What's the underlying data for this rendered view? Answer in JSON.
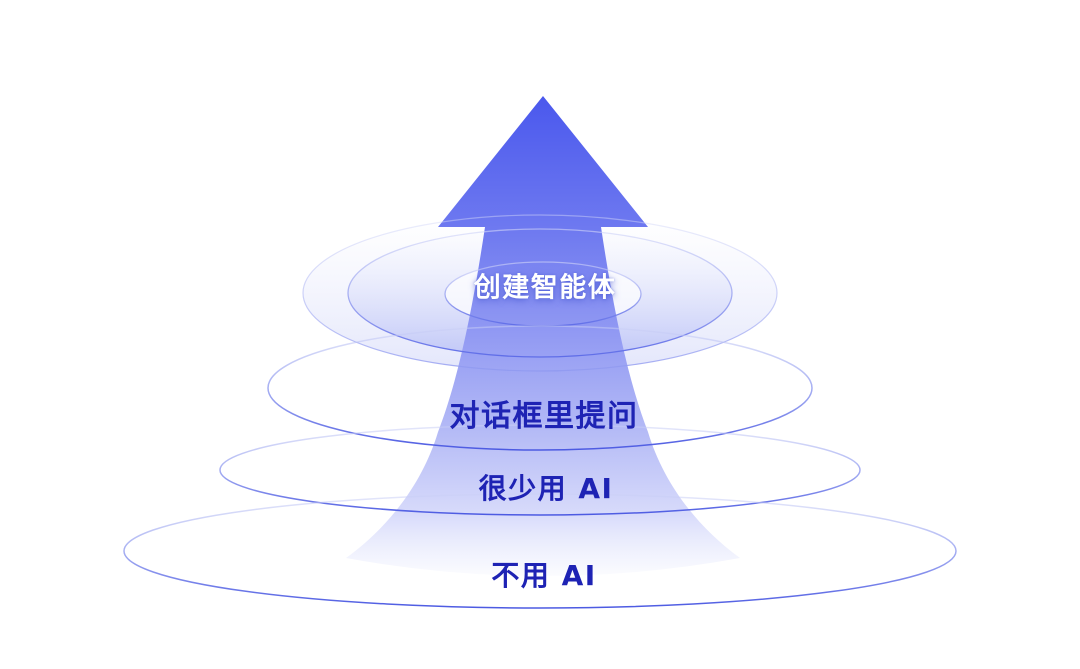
{
  "diagram": {
    "type": "concentric-levels-with-upward-arrow",
    "direction": "bottom-to-top",
    "arrow": {
      "shape": "up-arrow",
      "color_tip": "#4a58ed",
      "color_base": "transparent-white"
    },
    "levels": [
      {
        "rank": 1,
        "label": "不用 AI",
        "position": "bottom-outer-ellipse"
      },
      {
        "rank": 2,
        "label": "很少用 AI",
        "position": "second-ellipse"
      },
      {
        "rank": 3,
        "label": "对话框里提问",
        "position": "third-ellipse"
      },
      {
        "rank": 4,
        "label": "创建智能体",
        "position": "top-inner-rings"
      }
    ],
    "colors": {
      "background": "#ffffff",
      "ellipse_stroke_bottom": "#4c5ae2",
      "ellipse_stroke_top": "#cbd0f6",
      "top_tier_fill": "#c2c9f7",
      "label_navy": "#1e23b4",
      "label_white": "#ffffff"
    }
  }
}
